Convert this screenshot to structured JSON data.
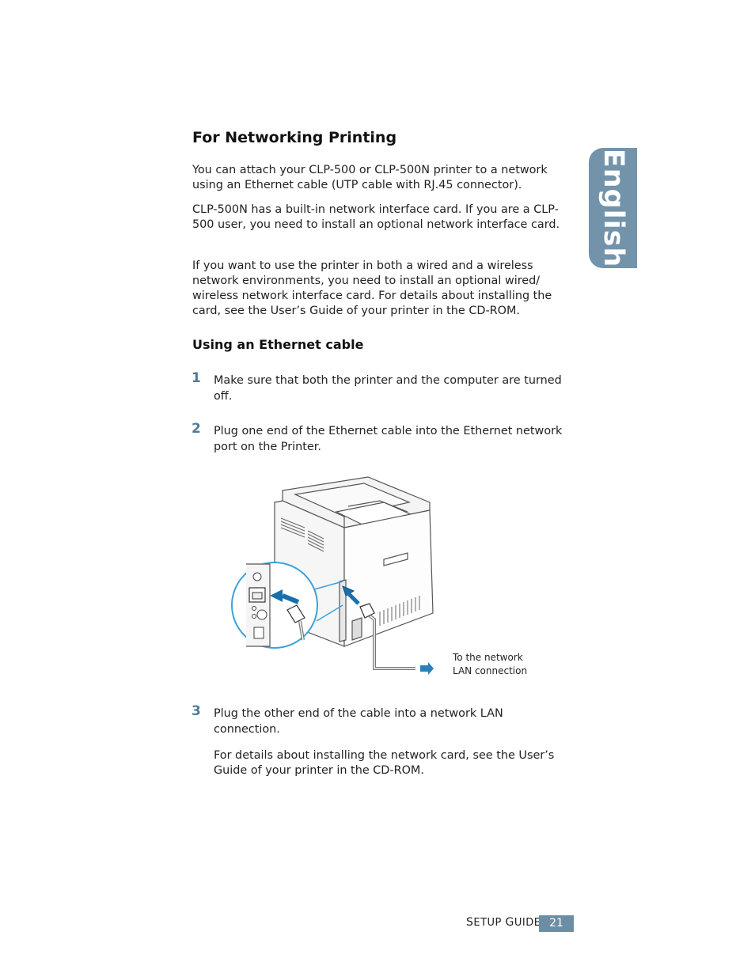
{
  "side_tab": {
    "label": "English"
  },
  "section": {
    "title": "For Networking Printing",
    "paragraphs": [
      "You can attach your CLP-500 or CLP-500N printer to a network using an Ethernet cable (UTP cable with RJ.45 connector).",
      "CLP-500N has a built-in network interface card. If you are a CLP-500 user, you need to install an optional network interface card.",
      "If you want to use the printer in both a wired and a wireless network environments, you need to install an optional wired/ wireless network interface card. For details about installing the card, see the User’s Guide of your printer in the CD-ROM."
    ]
  },
  "subsection": {
    "title": "Using an Ethernet cable",
    "steps": [
      {
        "number": "1",
        "text": "Make sure that both the printer and the computer are turned off."
      },
      {
        "number": "2",
        "text": "Plug one end of the Ethernet cable into the Ethernet network port on the Printer."
      },
      {
        "number": "3",
        "text": "Plug the other end of the cable into a network LAN connection.",
        "note": "For details about installing the network card, see the User’s Guide of your printer in the CD-ROM."
      }
    ]
  },
  "figure": {
    "caption_line1": "To the network",
    "caption_line2": "LAN connection",
    "arrow_color": "#2a7fb8"
  },
  "footer": {
    "label_first": "S",
    "label_first_rest": "ETUP ",
    "label_second": "G",
    "label_second_rest": "UIDE",
    "page_number": "21"
  }
}
